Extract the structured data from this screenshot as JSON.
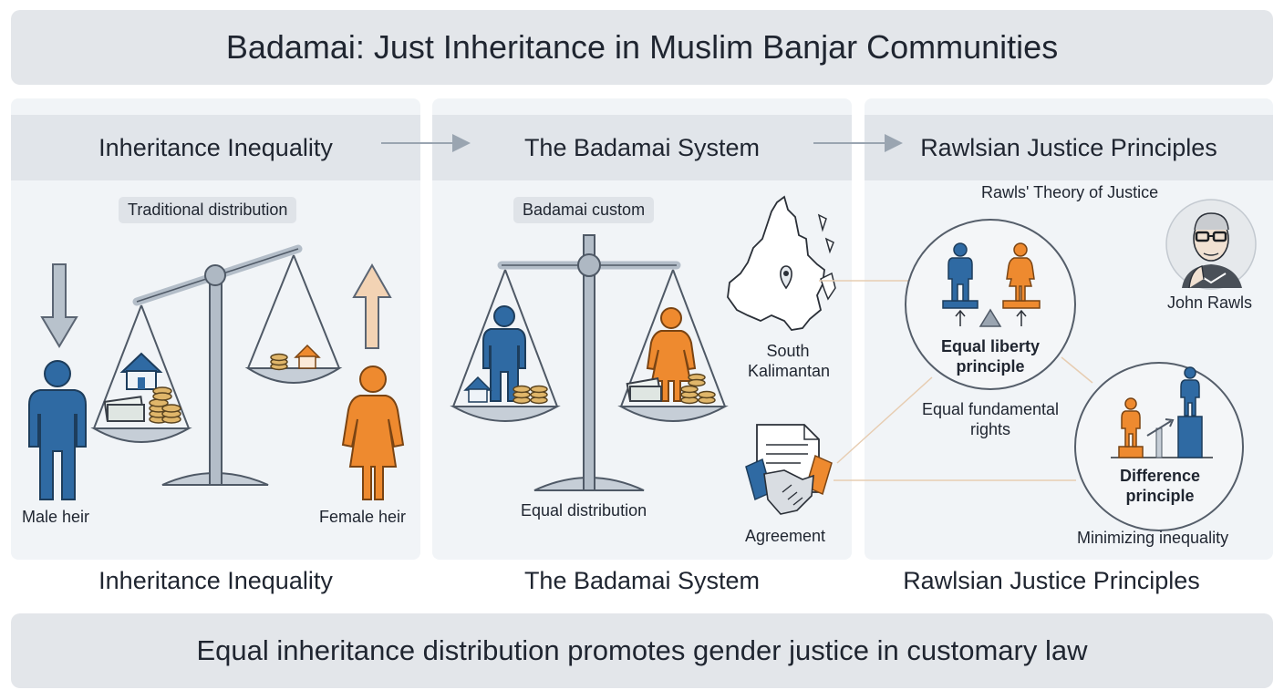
{
  "title": "Badamai: Just Inheritance in Muslim Banjar Communities",
  "panels": [
    {
      "heading": "Inheritance Inequality",
      "tag": "Traditional distribution",
      "left_figure": "Male heir",
      "right_figure": "Female heir",
      "caption": "Inheritance Inequality"
    },
    {
      "heading": "The Badamai System",
      "tag": "Badamai custom",
      "scale_caption": "Equal distribution",
      "map_label": "South Kalimantan",
      "agreement_label": "Agreement",
      "caption": "The Badamai System"
    },
    {
      "heading": "Rawlsian Justice Principles",
      "subtitle": "Rawls' Theory of Justice",
      "person_name": "John Rawls",
      "principle1": "Equal liberty principle",
      "principle1_desc": "Equal fundamental rights",
      "principle2": "Difference principle",
      "principle2_desc": "Minimizing inequality",
      "caption": "Rawlsian Justice Principles"
    }
  ],
  "footer": "Equal inheritance distribution promotes gender justice in customary law",
  "colors": {
    "male": "#2f6aa3",
    "female": "#ee8a2f",
    "scale": "#9aa5b1",
    "panel": "#f1f4f7",
    "header": "#e1e5ea"
  },
  "icons": [
    "arrow-down-icon",
    "arrow-up-icon",
    "house-icon",
    "coins-icon",
    "cash-icon",
    "map-pin-icon",
    "document-icon",
    "handshake-icon",
    "portrait-icon",
    "seesaw-icon",
    "steps-icon"
  ]
}
